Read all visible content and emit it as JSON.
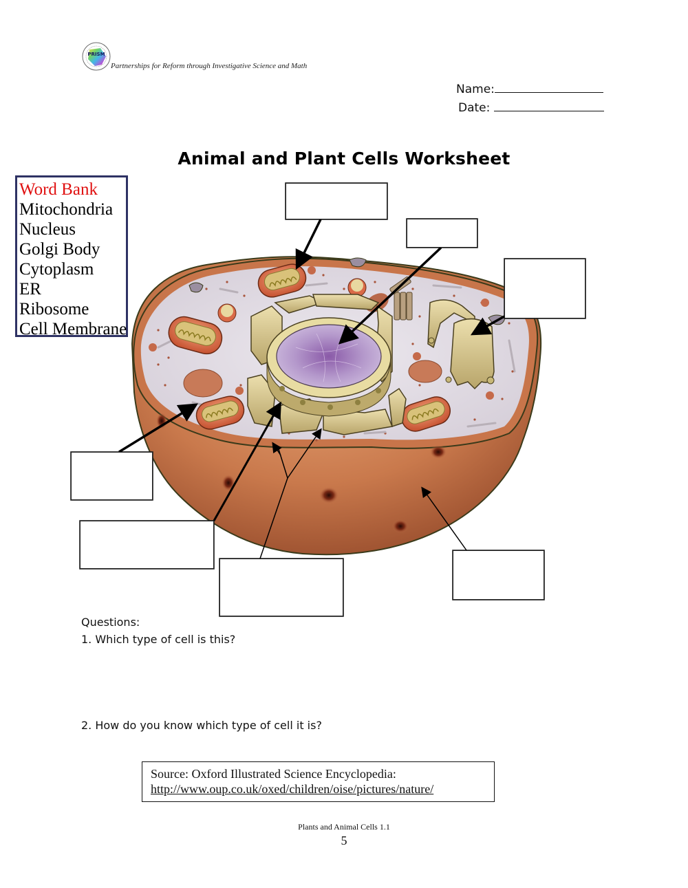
{
  "header": {
    "logo_text": "PRISM",
    "tagline": "Partnerships for Reform through Investigative Science and Math",
    "name_label": "Name:",
    "date_label": "Date:"
  },
  "title": "Animal and Plant Cells Worksheet",
  "word_bank": {
    "title": "Word Bank",
    "items": [
      "Mitochondria",
      "Nucleus",
      "Golgi Body",
      "Cytoplasm",
      "ER",
      "Ribosome",
      "Cell Membrane"
    ],
    "title_color": "#e01010",
    "border_color": "#2e3264"
  },
  "diagram": {
    "description": "Cut-away illustration of an animal cell with blank label boxes and arrows",
    "label_boxes": [
      {
        "id": "box-top-left",
        "points_to": "mitochondrion",
        "answer": ""
      },
      {
        "id": "box-top-middle",
        "points_to": "nucleus",
        "answer": ""
      },
      {
        "id": "box-top-right",
        "points_to": "golgi-body",
        "answer": ""
      },
      {
        "id": "box-left",
        "points_to": "cytoplasm",
        "answer": ""
      },
      {
        "id": "box-bottom-left",
        "points_to": "endoplasmic-reticulum",
        "answer": ""
      },
      {
        "id": "box-bottom-middle",
        "points_to": "ribosomes",
        "answer": ""
      },
      {
        "id": "box-bottom-right",
        "points_to": "cell-membrane",
        "answer": ""
      }
    ],
    "colors": {
      "membrane": "#c8754a",
      "cytoplasm": "#e4dfe6",
      "nucleus": "#a98cc0",
      "er": "#d9cb92",
      "mitochondria": "#d9603c"
    }
  },
  "questions": {
    "heading": "Questions:",
    "items": [
      {
        "number": "1.",
        "text": "1. Which type of cell is this?",
        "answer": ""
      },
      {
        "number": "2.",
        "text": "2. How do you know which type of cell it is?",
        "answer": ""
      }
    ]
  },
  "source": {
    "label": "Source: Oxford Illustrated Science Encyclopedia:",
    "link": "http://www.oup.co.uk/oxed/children/oise/pictures/nature/"
  },
  "footer": {
    "title": "Plants and Animal Cells 1.1",
    "page_number": "5"
  }
}
